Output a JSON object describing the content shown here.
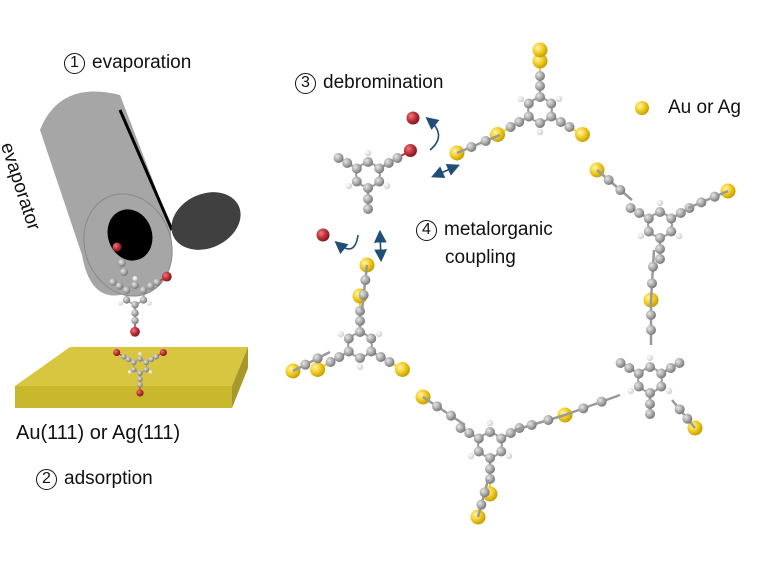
{
  "steps": [
    {
      "number": "1",
      "label": "evaporation"
    },
    {
      "number": "2",
      "label": "adsorption"
    },
    {
      "number": "3",
      "label": "debromination"
    },
    {
      "number": "4",
      "label": "metalorganic",
      "label2": "coupling"
    }
  ],
  "evaporator_label": "evaporator",
  "substrate_label": "Au(111) or Ag(111)",
  "legend": {
    "label": "Au or Ag"
  },
  "colors": {
    "metal": "#f5d02a",
    "bromine": "#c0323a",
    "carbon": "#a8a8a8",
    "hydrogen": "#f2f2f2",
    "substrate_top": "#d8c640",
    "substrate_side": "#b9a82a",
    "evaporator_body": "#a6a6a6",
    "shutter": "#404040",
    "arrow": "#1f4e79"
  }
}
